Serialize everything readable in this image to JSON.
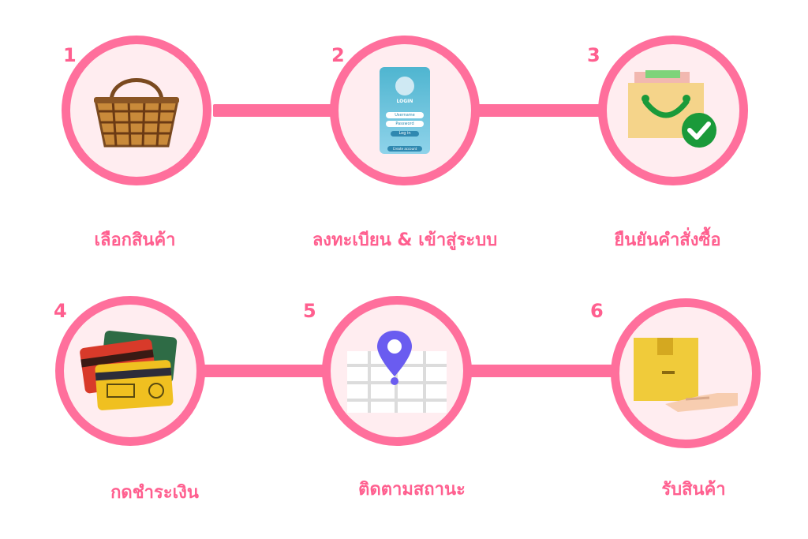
{
  "colors": {
    "accent": "#ff6f9c",
    "text": "#ff5f8f",
    "circle_fill": "#ffedf0"
  },
  "steps": [
    {
      "number": "1",
      "label": "เลือกสินค้า",
      "icon": "basket-icon"
    },
    {
      "number": "2",
      "label": "ลงทะเบียน & เข้าสู่ระบบ",
      "icon": "login-phone-icon"
    },
    {
      "number": "3",
      "label": "ยืนยันคำสั่งซื้อ",
      "icon": "shopping-bag-check-icon"
    },
    {
      "number": "4",
      "label": "กดชำระเงิน",
      "icon": "credit-cards-icon"
    },
    {
      "number": "5",
      "label": "ติดตามสถานะ",
      "icon": "map-pin-icon"
    },
    {
      "number": "6",
      "label": "รับสินค้า",
      "icon": "package-hand-icon"
    }
  ],
  "phone_screen": {
    "title": "LOGIN",
    "username_placeholder": "Username",
    "password_placeholder": "Password",
    "button": "Log in",
    "create": "Create account"
  }
}
